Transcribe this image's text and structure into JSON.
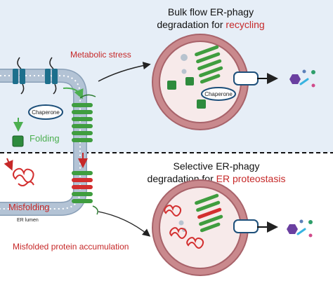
{
  "top": {
    "title_line1": "Bulk flow ER-phagy",
    "title_line2_prefix": "degradation for ",
    "title_line2_highlight": "recycling",
    "trigger": "Metabolic stress"
  },
  "bottom": {
    "title_line1": "Selective ER-phagy",
    "title_line2_prefix": "degradation for ",
    "title_line2_highlight": "ER proteostasis",
    "trigger": "Misfolded protein accumulation"
  },
  "labels": {
    "chaperone_cell": "Chaperone",
    "chaperone_lysosome": "Chaperone",
    "folding": "Folding",
    "misfolding": "Misfolding",
    "er_lumen": "ER lumen"
  },
  "colors": {
    "top_bg": "#e6eef7",
    "bottom_bg": "#ffffff",
    "red_text": "#c62828",
    "green_text": "#4caf50",
    "helix_green": "#3f9d3f",
    "misfold_red": "#d32f2f",
    "membrane_fill": "#b3c3d5",
    "membrane_dot": "#cfdbe7",
    "lysosome_outer": "#c9898d",
    "lysosome_lumen": "#f3d7d8"
  },
  "icons": [
    "transmembrane-protein-icon",
    "chaperone-icon",
    "folded-protein-icon",
    "misfolded-protein-icon",
    "receptor-icon",
    "degradation-products-icon"
  ]
}
